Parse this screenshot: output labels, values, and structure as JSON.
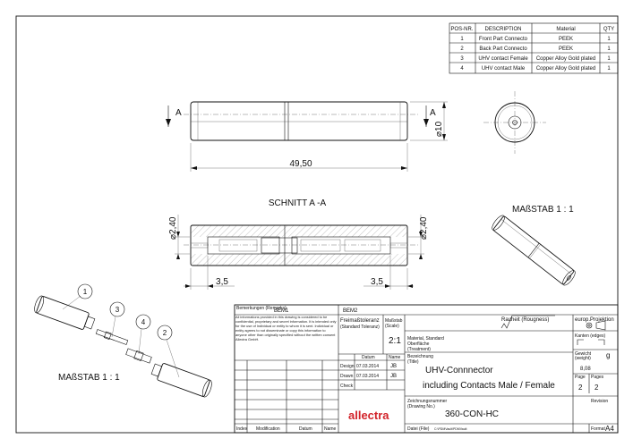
{
  "bom": {
    "headers": [
      "POS-NR.",
      "DESCRIPTION",
      "Material",
      "QTY"
    ],
    "rows": [
      [
        "1",
        "Front Part Connecto",
        "PEEK",
        "1"
      ],
      [
        "2",
        "Back Part Connecto",
        "PEEK",
        "1"
      ],
      [
        "3",
        "UHV contact Female",
        "Copper Alloy Gold plated",
        "1"
      ],
      [
        "4",
        "UHV contact Male",
        "Copper Alloy Gold plated",
        "1"
      ]
    ]
  },
  "dimensions": {
    "section_marker": "A",
    "length": "49,50",
    "diameter": "⌀10",
    "bore_left": "⌀2,40",
    "bore_right": "⌀2,40",
    "depth_left": "3,5",
    "depth_right": "3,5"
  },
  "views": {
    "section_title": "SCHNITT A -A",
    "scale_iso": "MAßSTAB 1 : 1",
    "scale_exploded": "MAßSTAB 1 : 1",
    "balloons": [
      "1",
      "2",
      "3",
      "4"
    ]
  },
  "title_block": {
    "remarks_label": "Bemerkungen\n(Remarks)",
    "bem1": "BEM1",
    "bem2": "BEM2",
    "disclaimer": "All informations provided in this drawing is considered to be confidential, proprietary and secret information. It is intended only for the use of Individual or entity to whom it is sent. Individual or entity agrees to not disseminate or copy this information to anyone other than originally specified without the written consent Allectra GmbH.",
    "tolerance_label": "Freimaßtoleranz",
    "tolerance_sub": "(Standard Toleranz)",
    "scale_label": "Maßstab",
    "scale_sub": "(Scale)",
    "scale_value": "2:1",
    "roughness_label": "Rauheit (Rougness)",
    "projection_label": "europ.Projektion",
    "edges_label": "Kanten (edges)",
    "material_label": "Material, Standard",
    "surface_label": "Oberfläche",
    "treatment_label": "(Treatment)",
    "weight_label": "Gewicht",
    "weight_sub": "(weight)",
    "weight_unit": "g",
    "weight_value": "8,08",
    "date_header": "Datum",
    "name_header": "Name",
    "design_label": "Design",
    "design_date": "07.03.2014",
    "design_name": "JB",
    "drawn_label": "Drawn",
    "drawn_date": "07.03.2014",
    "drawn_name": "JB",
    "check_label": "Check",
    "designation_label": "Bezeichnung",
    "designation_sub": "(Title)",
    "title_line1": "UHV-Connnector",
    "title_line2": "including Contacts Male / Female",
    "pages_label": "Page",
    "pages_value": "2",
    "of_pages_label": "Pages",
    "of_pages_value": "2",
    "drawing_no_label": "Zeichnungsnummer",
    "drawing_no_sub": "(Drawing No.)",
    "drawing_no": "360-CON-HC",
    "revision_label": "Revision",
    "file_label": "Datei (File)",
    "file_value": "C:\\PDMVault\\PDMVault",
    "format_label": "Format",
    "format_value": "A4",
    "logo": "allectra",
    "rev_index": "Index",
    "rev_mod": "Modification",
    "rev_date": "Datum",
    "rev_name": "Name"
  }
}
